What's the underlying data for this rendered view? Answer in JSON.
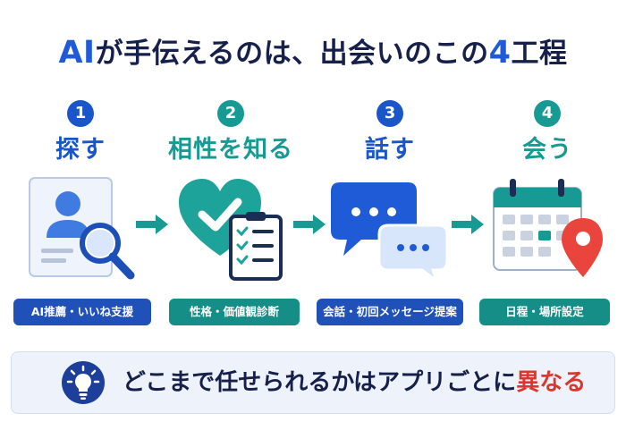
{
  "title": {
    "prefix": "AI",
    "middle": "が手伝えるのは、出会いのこの",
    "number": "4",
    "suffix": "工程"
  },
  "steps": [
    {
      "number": "1",
      "label": "探す",
      "caption": "AI推薦・いいね支援",
      "icon": "profile-search-icon"
    },
    {
      "number": "2",
      "label": "相性を知る",
      "caption": "性格・価値観診断",
      "icon": "heart-checklist-icon"
    },
    {
      "number": "3",
      "label": "話す",
      "caption": "会話・初回メッセージ提案",
      "icon": "chat-bubbles-icon"
    },
    {
      "number": "4",
      "label": "会う",
      "caption": "日程・場所設定",
      "icon": "calendar-location-icon"
    }
  ],
  "banner": {
    "text_main": "どこまで任せられるかはアプリごとに",
    "text_highlight": "異なる",
    "icon": "lightbulb-icon"
  },
  "colors": {
    "blue": "#1a56c9",
    "teal": "#179a93",
    "navy": "#16204a",
    "red": "#d93830"
  }
}
